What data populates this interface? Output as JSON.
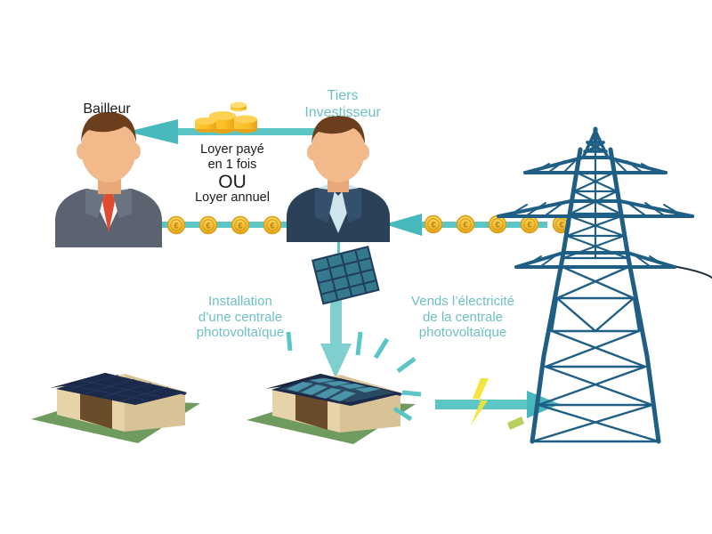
{
  "diagram": {
    "title": "Tiers investisseur photovoltaique schema",
    "background_color": "#ffffff",
    "palette": {
      "teal_arrow": "#5cc6c6",
      "teal_text": "#6dc0c4",
      "dark_text": "#1a1a1a",
      "pylon_blue": "#1f5f86",
      "coin_gold": "#f5c53d",
      "coin_gold_dark": "#e0a81f",
      "panel_dark": "#1f3d5c",
      "panel_cell": "#3a8ca0",
      "grass_green": "#6f9b5f",
      "wall_tan": "#e6d3a8",
      "door_brown": "#6b4c2a",
      "roof_navy": "#1b2a4a",
      "suit_grey": "#5c6370",
      "tie_red": "#e04a2f",
      "blazer_navy": "#2b4158",
      "skin": "#f2b98a",
      "hair_brown": "#6b3f1e",
      "bolt_yellow": "#f2e335"
    }
  },
  "labels": {
    "bailleur": "Bailleur",
    "tiers_investisseur": "Tiers\nInvestisseur",
    "loyer_paye": "Loyer payé\nen 1 fois",
    "ou": "OU",
    "loyer_annuel": "Loyer annuel",
    "installation": "Installation\nd’une centrale\nphotovoltaïque",
    "vends": "Vends l’électricité\nde la centrale\nphotovoltaïque"
  },
  "actors": [
    {
      "id": "bailleur",
      "name": "Bailleur",
      "role": "lessor",
      "suit": "grey",
      "tie": "red"
    },
    {
      "id": "tiers-investisseur",
      "name": "Tiers Investisseur",
      "role": "third-party investor",
      "suit": "navy",
      "tie": "none"
    }
  ],
  "flows": [
    {
      "id": "rent-lump-sum",
      "from": "tiers-investisseur",
      "to": "bailleur",
      "direction": "left",
      "label": "Loyer payé en 1 fois",
      "decoration": "coin-stack"
    },
    {
      "id": "rent-annual",
      "from": "tiers-investisseur",
      "to": "bailleur",
      "direction": "left",
      "label": "Loyer annuel",
      "decoration": "euro-coins",
      "coin_count": 4
    },
    {
      "id": "electricity-revenue",
      "from": "grid",
      "to": "tiers-investisseur",
      "direction": "left",
      "decoration": "euro-coins",
      "coin_count": 5
    },
    {
      "id": "pv-installation",
      "from": "tiers-investisseur",
      "to": "house",
      "direction": "down",
      "label": "Installation d’une centrale photovoltaïque",
      "decoration": "solar-panel"
    },
    {
      "id": "electricity-sale",
      "from": "house",
      "to": "pylon",
      "direction": "right",
      "label": "Vends l’électricité de la centrale photovoltaïque",
      "decoration": "lightning-bolt"
    }
  ],
  "objects": {
    "house_before": {
      "roof": "plain dark roof",
      "has_panels": false
    },
    "house_after": {
      "roof": "photovoltaic panels",
      "has_panels": true,
      "rays": 6
    },
    "pylon": {
      "type": "high-voltage transmission tower",
      "cross_arms": 3
    },
    "solar_panel_icon": {
      "rows": 4,
      "cols": 4
    }
  }
}
